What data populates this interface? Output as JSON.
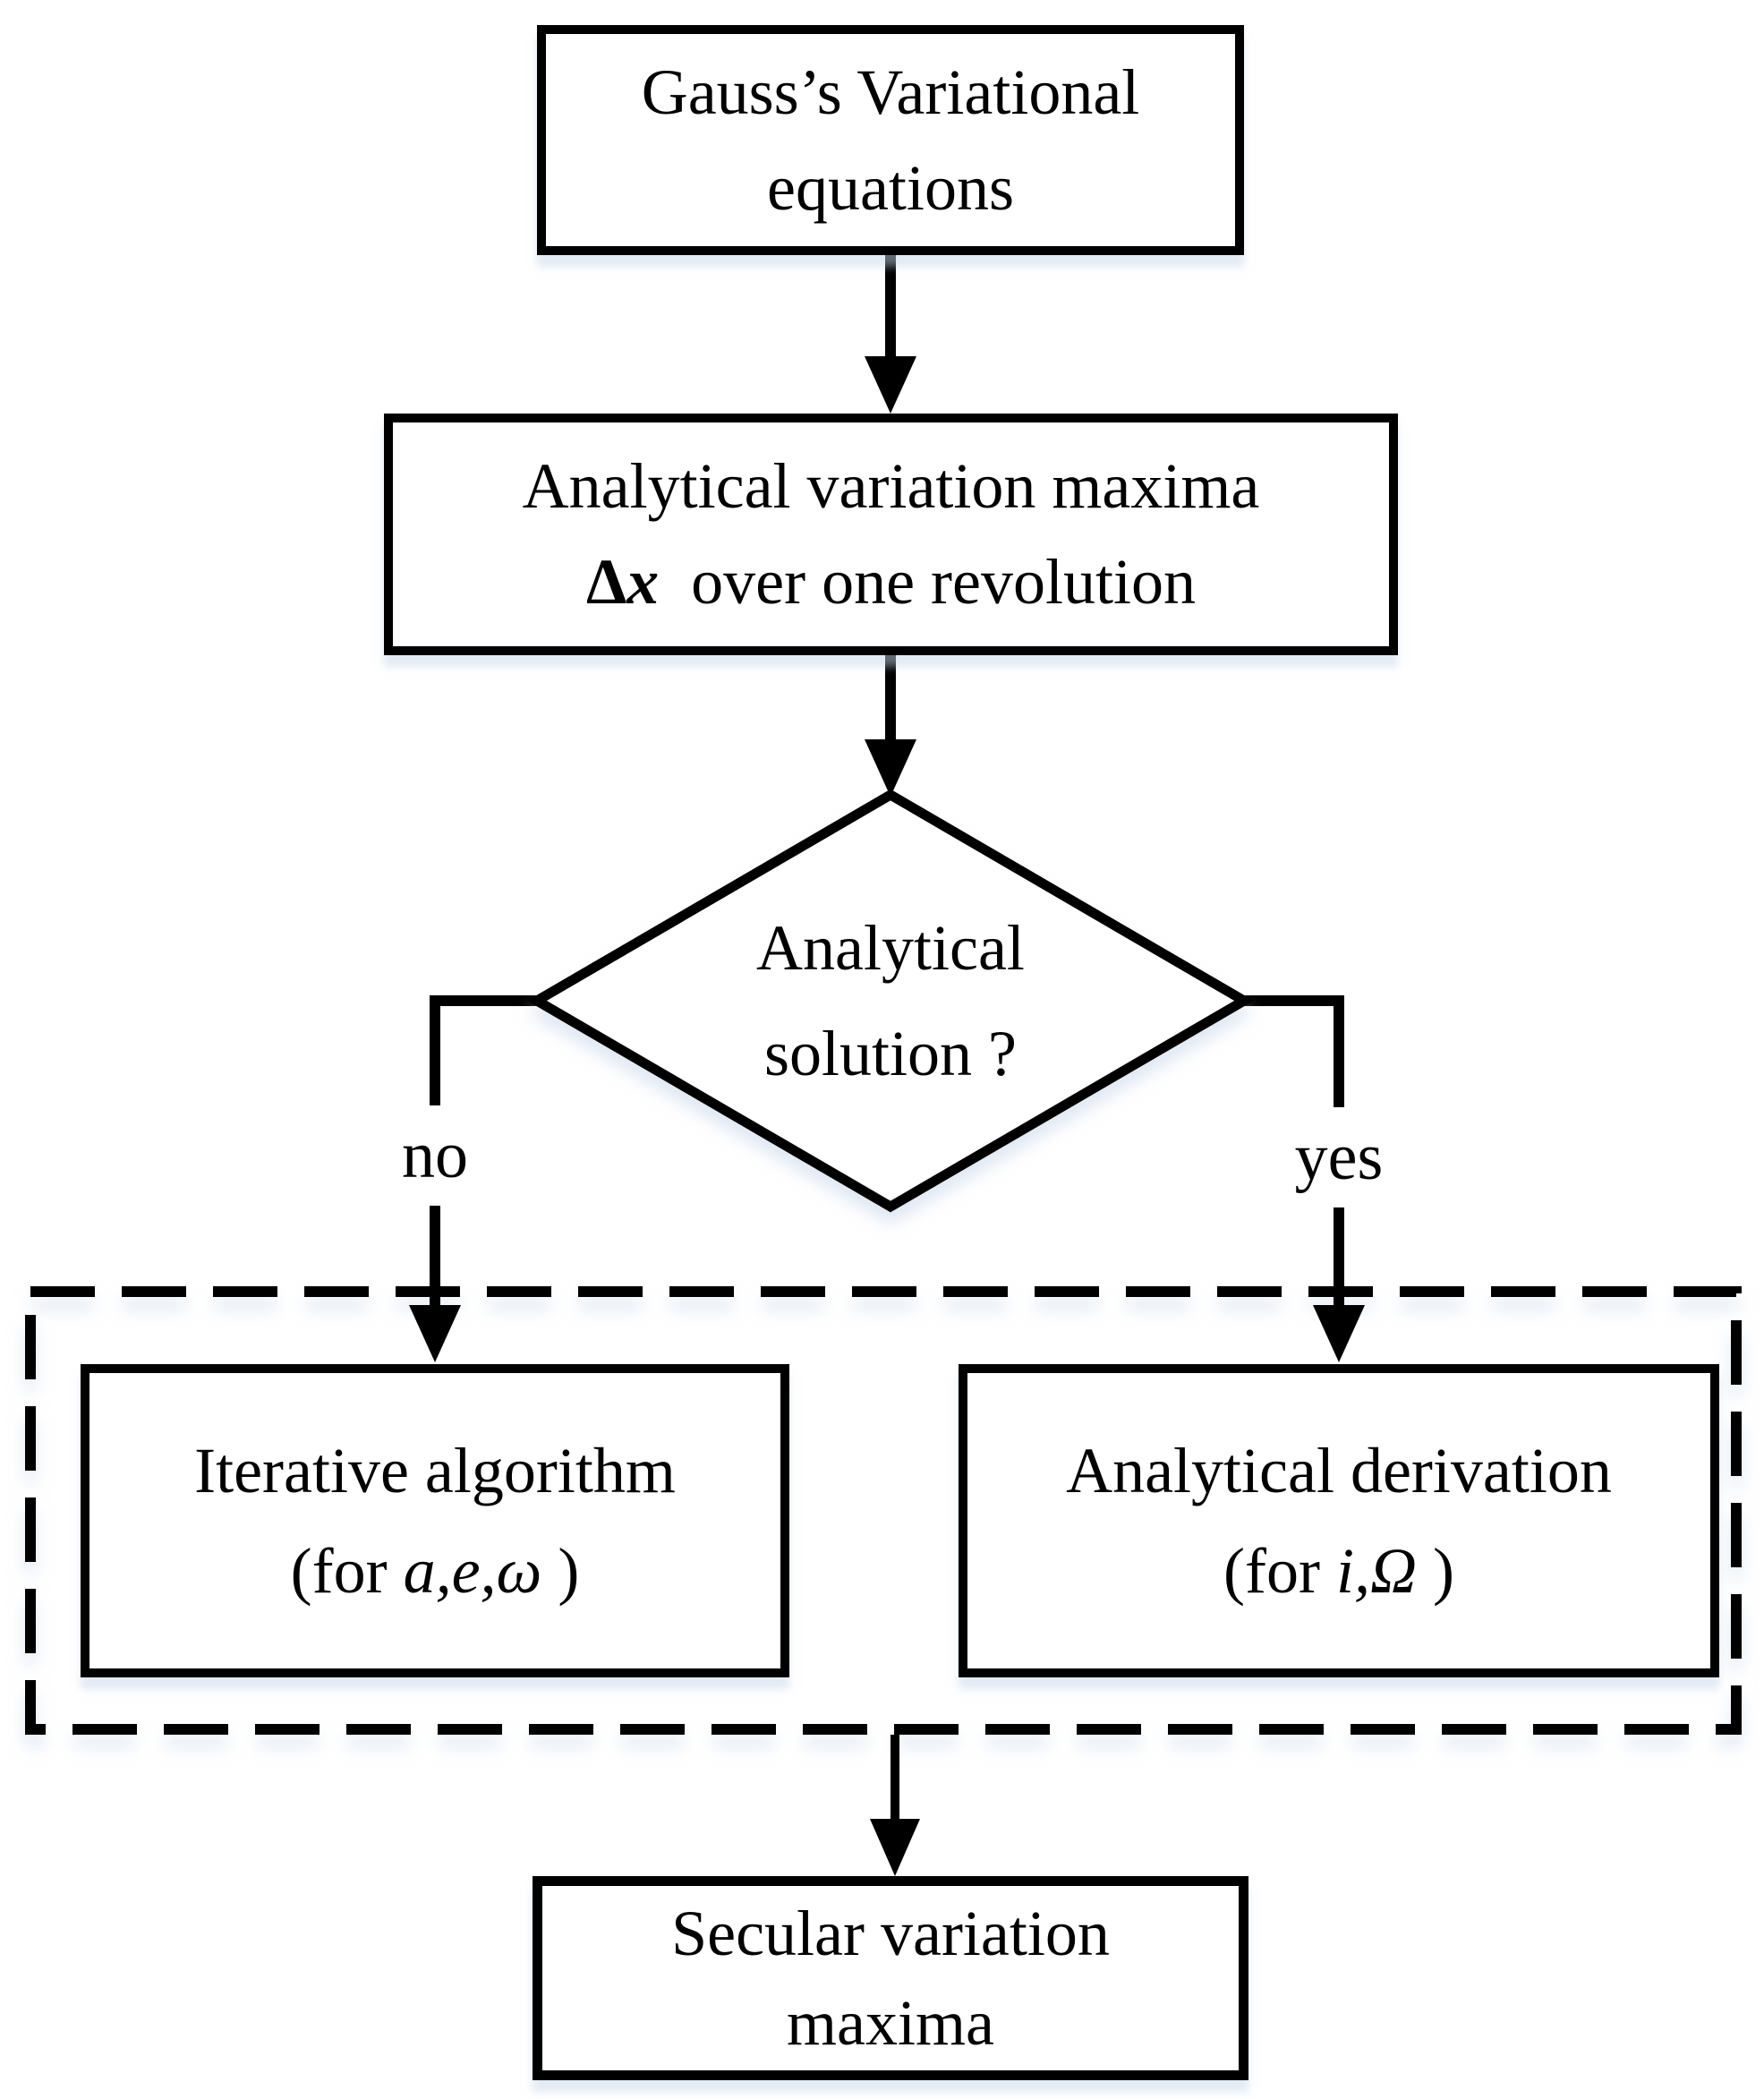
{
  "canvas": {
    "background": "#ffffff",
    "stroke_color": "#000000",
    "shadow_color": "#c6d5e9"
  },
  "nodes": {
    "gauss": {
      "line1": "Gauss’s Variational",
      "line2": "equations"
    },
    "variation": {
      "line1": "Analytical variation maxima",
      "line2_delta": "Δ",
      "line2_x": "x",
      "line2_rest": "  over one revolution"
    },
    "decision": {
      "line1": "Analytical",
      "line2": "solution ?"
    },
    "iterative": {
      "line1": "Iterative algorithm",
      "line2_open": "(for ",
      "line2_vars": "a,e,ω",
      "line2_close": " )"
    },
    "derivation": {
      "line1": "Analytical derivation",
      "line2_open": "(for ",
      "line2_vars": "i,Ω",
      "line2_close": " )"
    },
    "secular": {
      "line1": "Secular variation",
      "line2": "maxima"
    }
  },
  "branch_labels": {
    "no": "no",
    "yes": "yes"
  }
}
